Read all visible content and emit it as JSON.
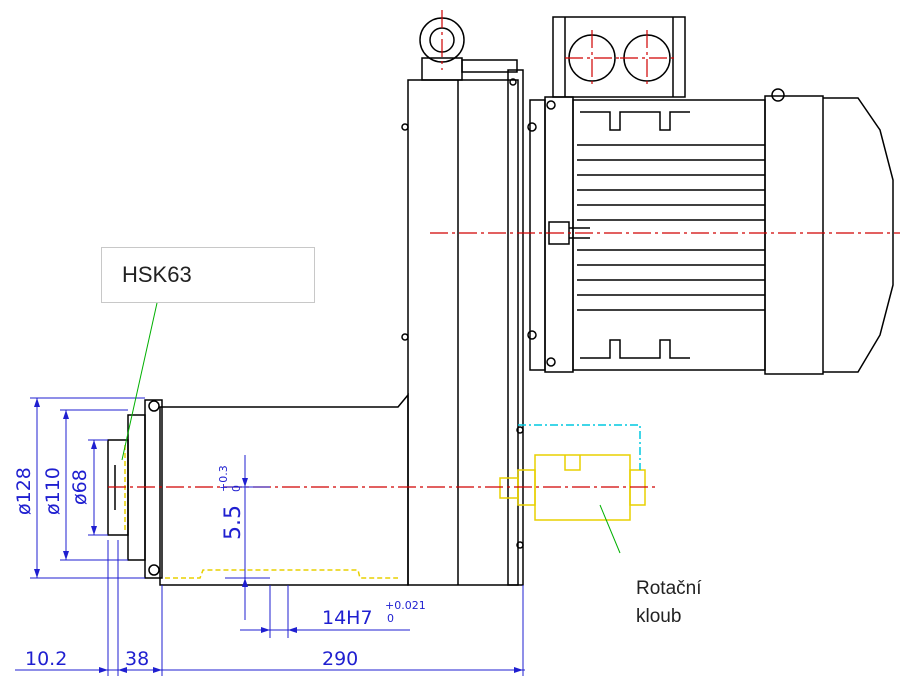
{
  "labels": {
    "tool_holder": "HSK63",
    "rotary_joint_line1": "Rotační",
    "rotary_joint_line2": "kloub"
  },
  "dimensions": {
    "d128": "ø128",
    "d110": "ø110",
    "d68": "ø68",
    "offset": "5.5",
    "offset_tol_upper": "+0.3",
    "offset_tol_lower": "0",
    "slot": "14H7",
    "slot_tol_upper": "+0.021",
    "slot_tol_lower": "0",
    "l1": "10.2",
    "l2": "38",
    "l3": "290"
  },
  "colors": {
    "outline": "#000000",
    "dimension": "#1f1fd0",
    "centerline": "#d00000",
    "hidden": "#e8d000",
    "leader": "#00b000",
    "aux": "#00c8e0"
  }
}
